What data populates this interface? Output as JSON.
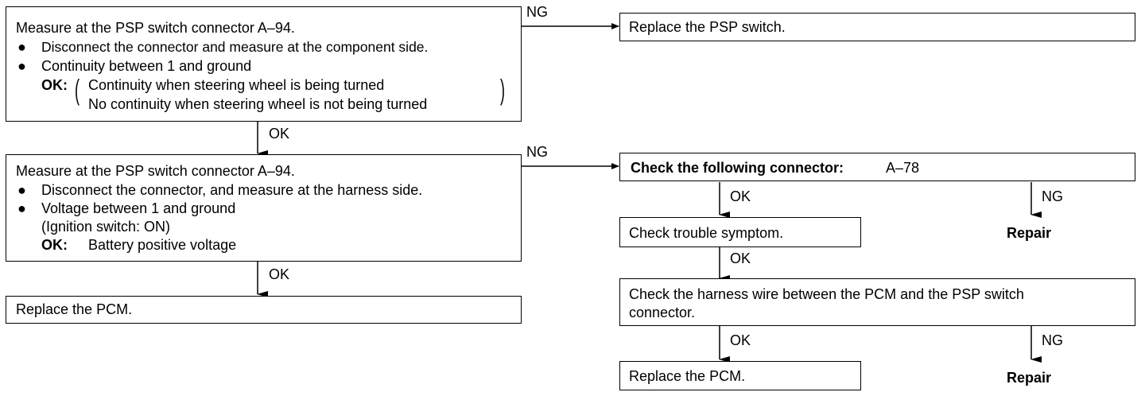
{
  "left": {
    "box1": {
      "title": "Measure at the PSP switch connector A–94.",
      "bullet1": "Disconnect the connector and measure at the component side.",
      "bullet2": "Continuity between 1 and ground",
      "ok_label": "OK:",
      "ok_line1": "Continuity when steering wheel is being turned",
      "ok_line2": "No continuity when steering wheel is not being turned"
    },
    "box2": {
      "title": "Measure at the PSP switch connector A–94.",
      "bullet1": "Disconnect the connector, and measure at the harness side.",
      "bullet2": "Voltage between 1 and ground",
      "bullet2_sub": "(Ignition switch: ON)",
      "ok_label": "OK:",
      "ok_value": "Battery positive voltage"
    },
    "box3": {
      "text": "Replace the PCM."
    }
  },
  "right": {
    "box_a": {
      "text": "Replace the PSP switch."
    },
    "box_b": {
      "label": "Check the following connector:",
      "value": "A–78"
    },
    "box_c": {
      "text": "Check trouble symptom."
    },
    "repair1": "Repair",
    "box_d": {
      "line1": "Check the harness wire between the PCM and the PSP switch",
      "line2": "connector."
    },
    "box_e": {
      "text": "Replace the PCM."
    },
    "repair2": "Repair"
  },
  "labels": {
    "ok": "OK",
    "ng": "NG"
  }
}
